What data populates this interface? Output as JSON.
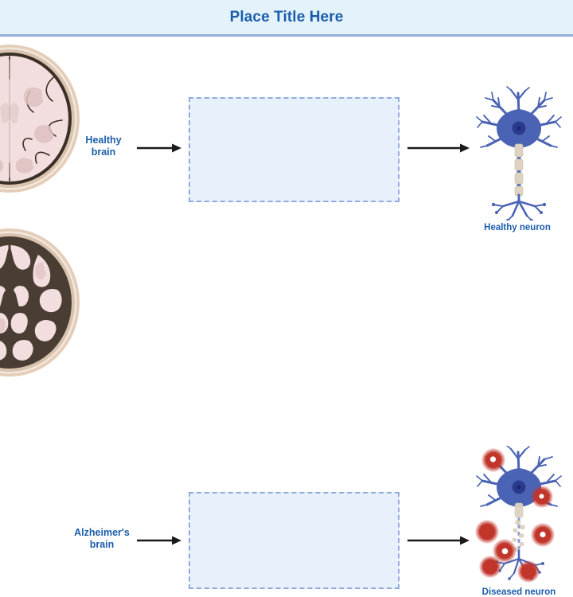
{
  "header": {
    "title": "Place Title Here",
    "background_color": "#e3f2fb",
    "border_color": "#93adda",
    "title_color": "#1b5dab"
  },
  "rows": [
    {
      "id": "healthy",
      "brain_label": "Healthy\nbrain",
      "brain_label_line1": "Healthy",
      "brain_label_line2": "brain",
      "brain_icon": "healthy-brain-scan-icon",
      "neuron_icon": "healthy-neuron-icon",
      "neuron_caption": "Healthy neuron",
      "placeholder_text": "",
      "arrow_in": "arrow-right-icon",
      "arrow_out": "arrow-right-icon"
    },
    {
      "id": "alzheimers",
      "brain_label": "Alzheimer's\nbrain",
      "brain_label_line1": "Alzheimer's",
      "brain_label_line2": "brain",
      "brain_icon": "alzheimers-brain-scan-icon",
      "neuron_icon": "diseased-neuron-icon",
      "neuron_caption": "Diseased neuron",
      "placeholder_text": "",
      "arrow_in": "arrow-right-icon",
      "arrow_out": "arrow-right-icon"
    }
  ],
  "placeholders": {
    "healthy_content": "",
    "alzheimers_content": "",
    "fill_color": "#e8f0fb",
    "border_color": "#8fabdc"
  },
  "colors": {
    "accent_blue": "#1b5dab",
    "neuron_body": "#4b63b4",
    "neuron_nucleus": "#2a3b8f",
    "axon_sheath": "#ded3c2",
    "plaque_red": "#c1352a",
    "brain_tissue": "#f0dcdc",
    "brain_skull": "#e0c9b5",
    "canvas": "#ffffff"
  }
}
